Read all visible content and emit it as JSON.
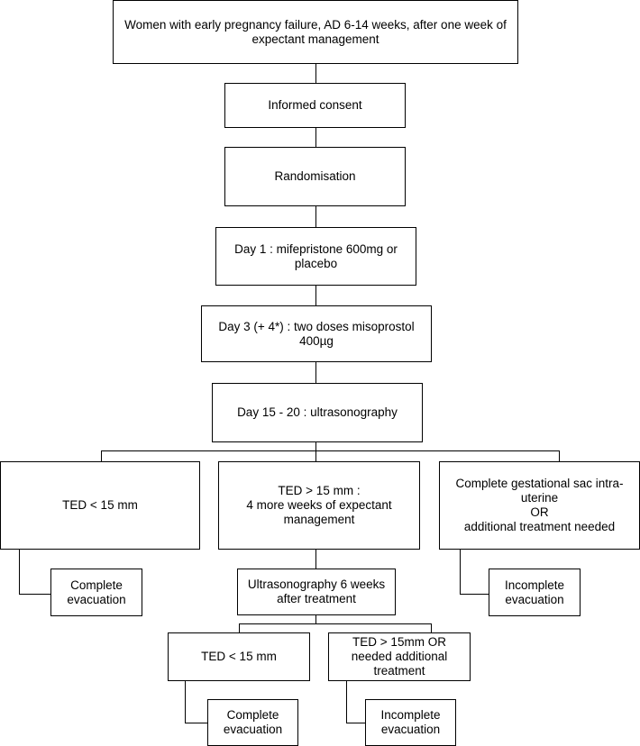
{
  "flowchart": {
    "population": [
      "Women with early pregnancy failure, AD 6-14 weeks, after one week of",
      "expectant management"
    ],
    "consent": "Informed consent",
    "randomisation": "Randomisation",
    "day1": [
      "Day 1 : mifepristone 600mg or",
      "placebo"
    ],
    "day3": [
      "Day 3 (+ 4*) : two doses misoprostol",
      "400µg"
    ],
    "day15": "Day 15 - 20 : ultrasonography",
    "ted_low": "TED < 15 mm",
    "ted_high": [
      "TED > 15 mm :",
      "4 more weeks of expectant",
      "management"
    ],
    "complete_sac": [
      "Complete gestational sac intra-",
      "uterine",
      "OR",
      "additional treatment needed"
    ],
    "complete_evac_left": [
      "Complete",
      "evacuation"
    ],
    "incomplete_evac_right": [
      "Incomplete",
      "evacuation"
    ],
    "ultrasound_6w": [
      "Ultrasonography 6 weeks",
      "after treatment"
    ],
    "ted_low_2": "TED < 15 mm",
    "ted_high_2": [
      "TED > 15mm OR",
      "needed additional",
      "treatment"
    ],
    "complete_evac_bottom": [
      "Complete",
      "evacuation"
    ],
    "incomplete_evac_bottom": [
      "Incomplete",
      "evacuation"
    ]
  }
}
